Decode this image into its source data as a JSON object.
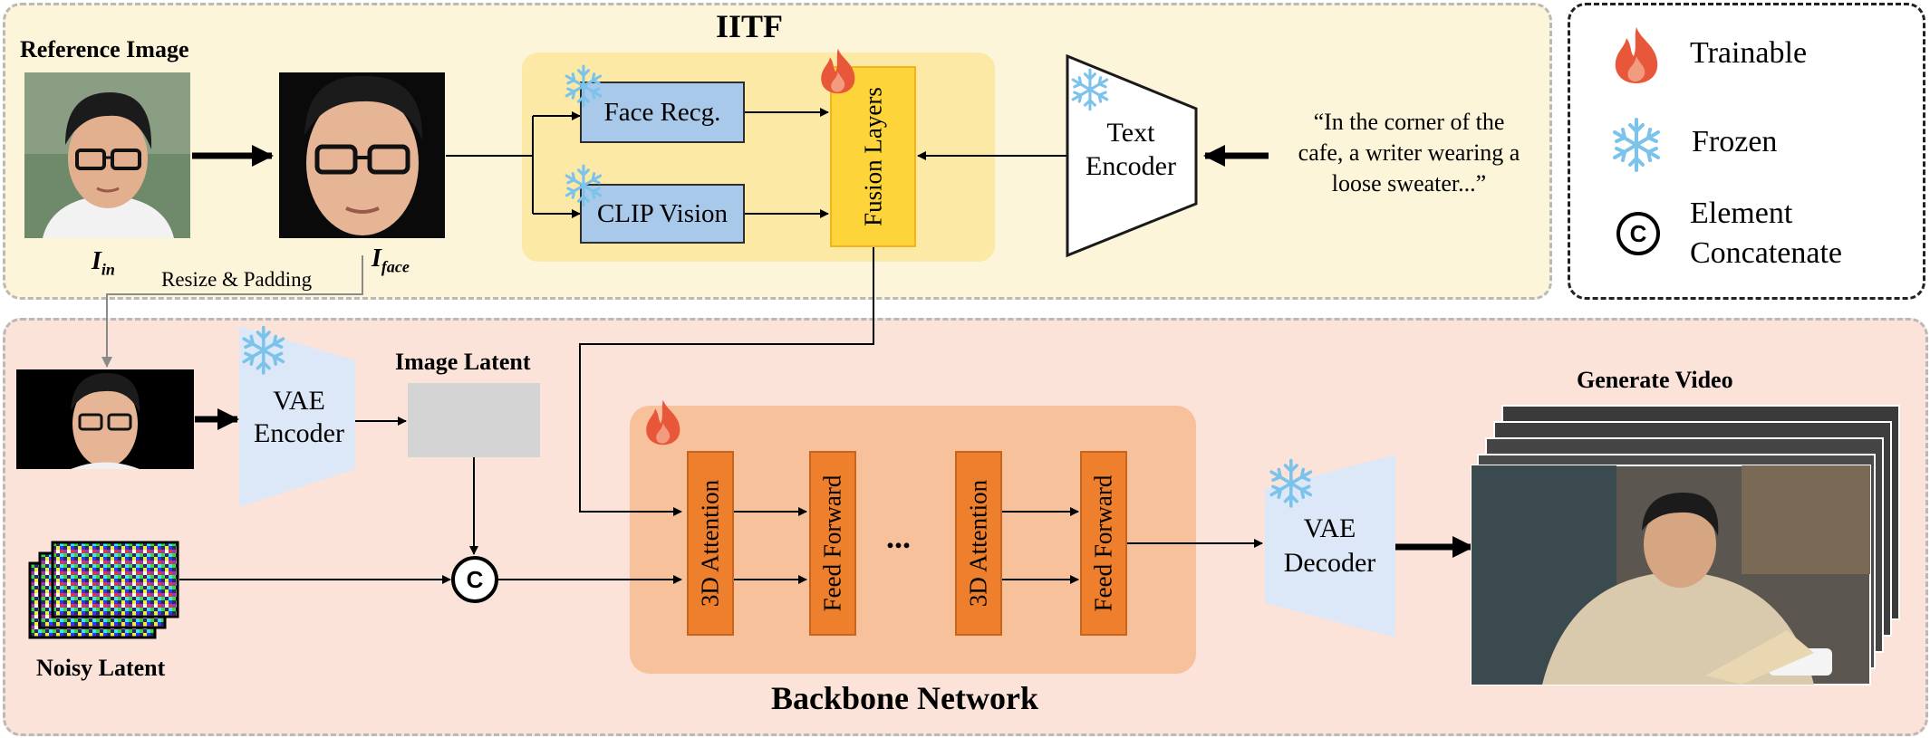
{
  "iitf": {
    "title": "IITF",
    "reference_image_label": "Reference Image",
    "i_in_label": "I",
    "i_in_sub": "in",
    "i_face_label": "I",
    "i_face_sub": "face",
    "resize_padding_label": "Resize & Padding",
    "face_recg_label": "Face Recg.",
    "clip_vision_label": "CLIP Vision",
    "fusion_layers_label": "Fusion Layers",
    "text_encoder_line1": "Text",
    "text_encoder_line2": "Encoder",
    "prompt_line1": "“In the corner of the",
    "prompt_line2": "cafe, a writer wearing a",
    "prompt_line3": "loose sweater...”"
  },
  "legend": {
    "trainable_label": "Trainable",
    "frozen_label": "Frozen",
    "concat_line1": "Element",
    "concat_line2": "Concatenate"
  },
  "backbone": {
    "title": "Backbone Network",
    "vae_encoder_line1": "VAE",
    "vae_encoder_line2": "Encoder",
    "image_latent_label": "Image Latent",
    "noisy_latent_label": "Noisy Latent",
    "attention_label_1": "3D Attention",
    "feed_forward_label_1": "Feed Forward",
    "ellipsis": "...",
    "attention_label_2": "3D Attention",
    "feed_forward_label_2": "Feed Forward",
    "vae_decoder_line1": "VAE",
    "vae_decoder_line2": "Decoder",
    "generate_video_label": "Generate Video",
    "concat_symbol": "C"
  },
  "colors": {
    "iitf_panel": "#fdf5d9",
    "iitf_inner": "#fde9a6",
    "backbone_panel": "#fbe3d9",
    "backbone_inner": "#f7c19b",
    "blue_box": "#a9c9ea",
    "fusion_box": "#fdd53b",
    "orange_block": "#ee7f2d",
    "vae_trapezoid": "#dce8f7",
    "image_latent_box": "#d4d4d4",
    "snowflake": "#7cc3ec",
    "flame": "#e8573a"
  },
  "icons": [
    "flame-icon",
    "snowflake-icon",
    "concatenate-icon"
  ]
}
